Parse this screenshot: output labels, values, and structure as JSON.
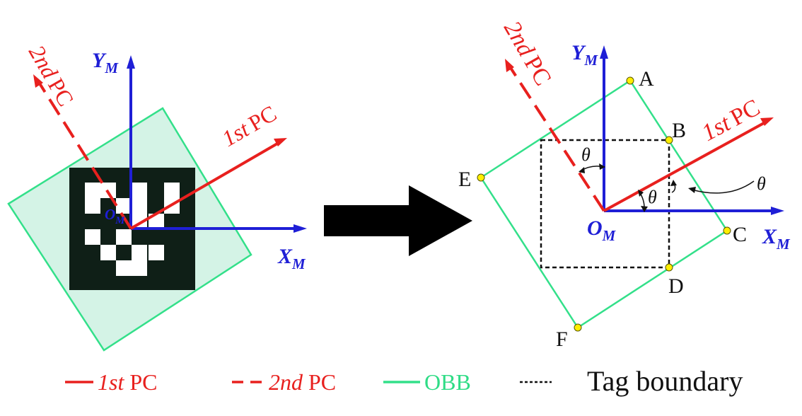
{
  "colors": {
    "pc_red": "#e8201e",
    "axis_blue": "#1f1fd6",
    "obb_green": "#33e08a",
    "obb_fill": "#d4f3e6",
    "tag_black": "#0f1f17",
    "tag_cell_white": "#ffffff",
    "corner_yellow": "#ffee00",
    "boundary_black": "#111111"
  },
  "left_panel": {
    "y_axis": {
      "sym": "Y",
      "sub": "M"
    },
    "x_axis": {
      "sym": "X",
      "sub": "M"
    },
    "origin": {
      "sym": "O",
      "sub": "M"
    },
    "pc1": {
      "ord": "1st",
      "txt": "PC"
    },
    "pc2": {
      "ord": "2nd",
      "txt": "PC"
    }
  },
  "right_panel": {
    "y_axis": {
      "sym": "Y",
      "sub": "M"
    },
    "x_axis": {
      "sym": "X",
      "sub": "M"
    },
    "origin": {
      "sym": "O",
      "sub": "M"
    },
    "pc1": {
      "ord": "1st",
      "txt": "PC"
    },
    "pc2": {
      "ord": "2nd",
      "txt": "PC"
    },
    "corners": [
      "A",
      "B",
      "C",
      "D",
      "E",
      "F"
    ],
    "angle_symbol": "θ"
  },
  "legend": [
    {
      "ord": "1st",
      "txt": " PC"
    },
    {
      "ord": "2nd",
      "txt": " PC"
    },
    {
      "txt": "OBB"
    },
    {
      "txt": "Tag boundary"
    }
  ],
  "icons": {
    "transition": "right-arrow-icon"
  }
}
